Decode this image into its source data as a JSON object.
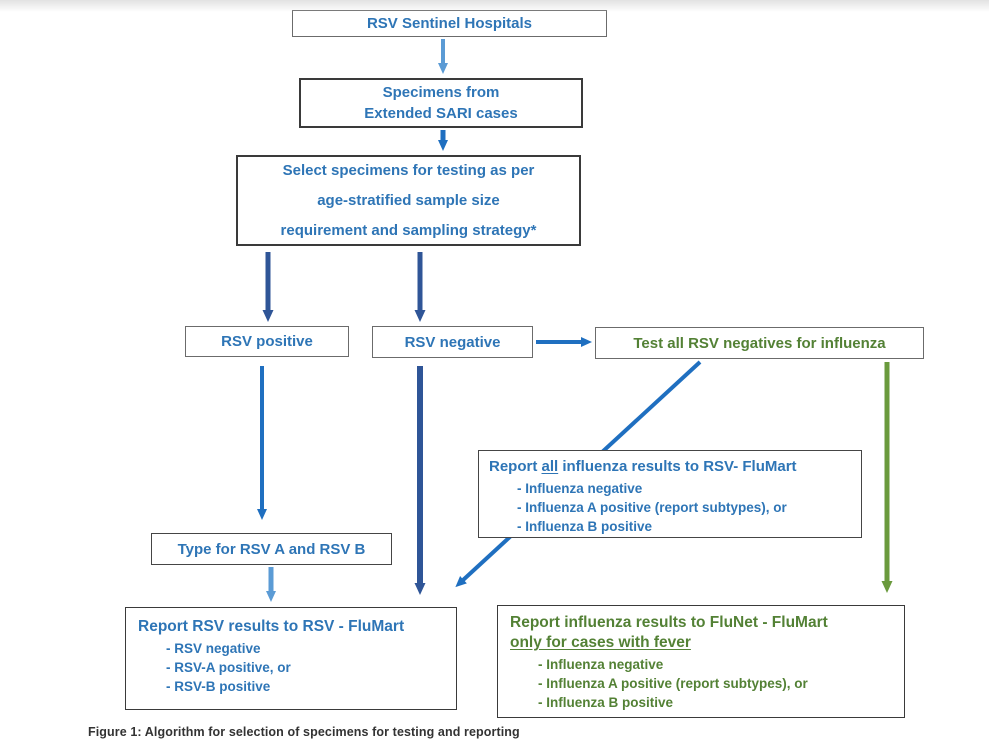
{
  "caption": "Figure 1: Algorithm for selection of specimens for testing and reporting",
  "colors": {
    "blue_text": "#2E75B6",
    "green_text": "#538135",
    "arrow_light_blue": "#5B9BD5",
    "arrow_navy": "#2F5597",
    "arrow_medium_blue": "#1F6FC0",
    "arrow_green": "#6A9A3D"
  },
  "nodes": {
    "sentinel_hospitals": {
      "label": "RSV Sentinel Hospitals"
    },
    "specimens": {
      "line1": "Specimens from",
      "line2": "Extended SARI cases"
    },
    "select_specimens": {
      "line1": "Select specimens for testing as per",
      "line2": "age-stratified sample size",
      "line3": "requirement and sampling strategy*"
    },
    "rsv_positive": {
      "label": "RSV positive"
    },
    "rsv_negative": {
      "label": "RSV negative"
    },
    "test_negatives": {
      "label": "Test all RSV negatives for influenza"
    },
    "report_all_influenza": {
      "title_pre": "Report ",
      "title_underlined": "all",
      "title_post": " influenza results to RSV- FluMart",
      "bullets": [
        "- Influenza negative",
        "- Influenza A positive (report subtypes), or",
        "- Influenza B positive"
      ]
    },
    "type_rsv": {
      "label": "Type for RSV A and RSV B"
    },
    "report_rsv_results": {
      "title": "Report RSV results to RSV - FluMart",
      "bullets": [
        "- RSV negative",
        "- RSV-A positive, or",
        "- RSV-B positive"
      ]
    },
    "report_flunet": {
      "title_line1": "Report influenza results to FluNet - FluMart",
      "title_line2_underlined": "only for cases with fever",
      "bullets": [
        "- Influenza negative",
        "- Influenza A positive (report subtypes), or",
        "- Influenza B positive"
      ]
    }
  }
}
